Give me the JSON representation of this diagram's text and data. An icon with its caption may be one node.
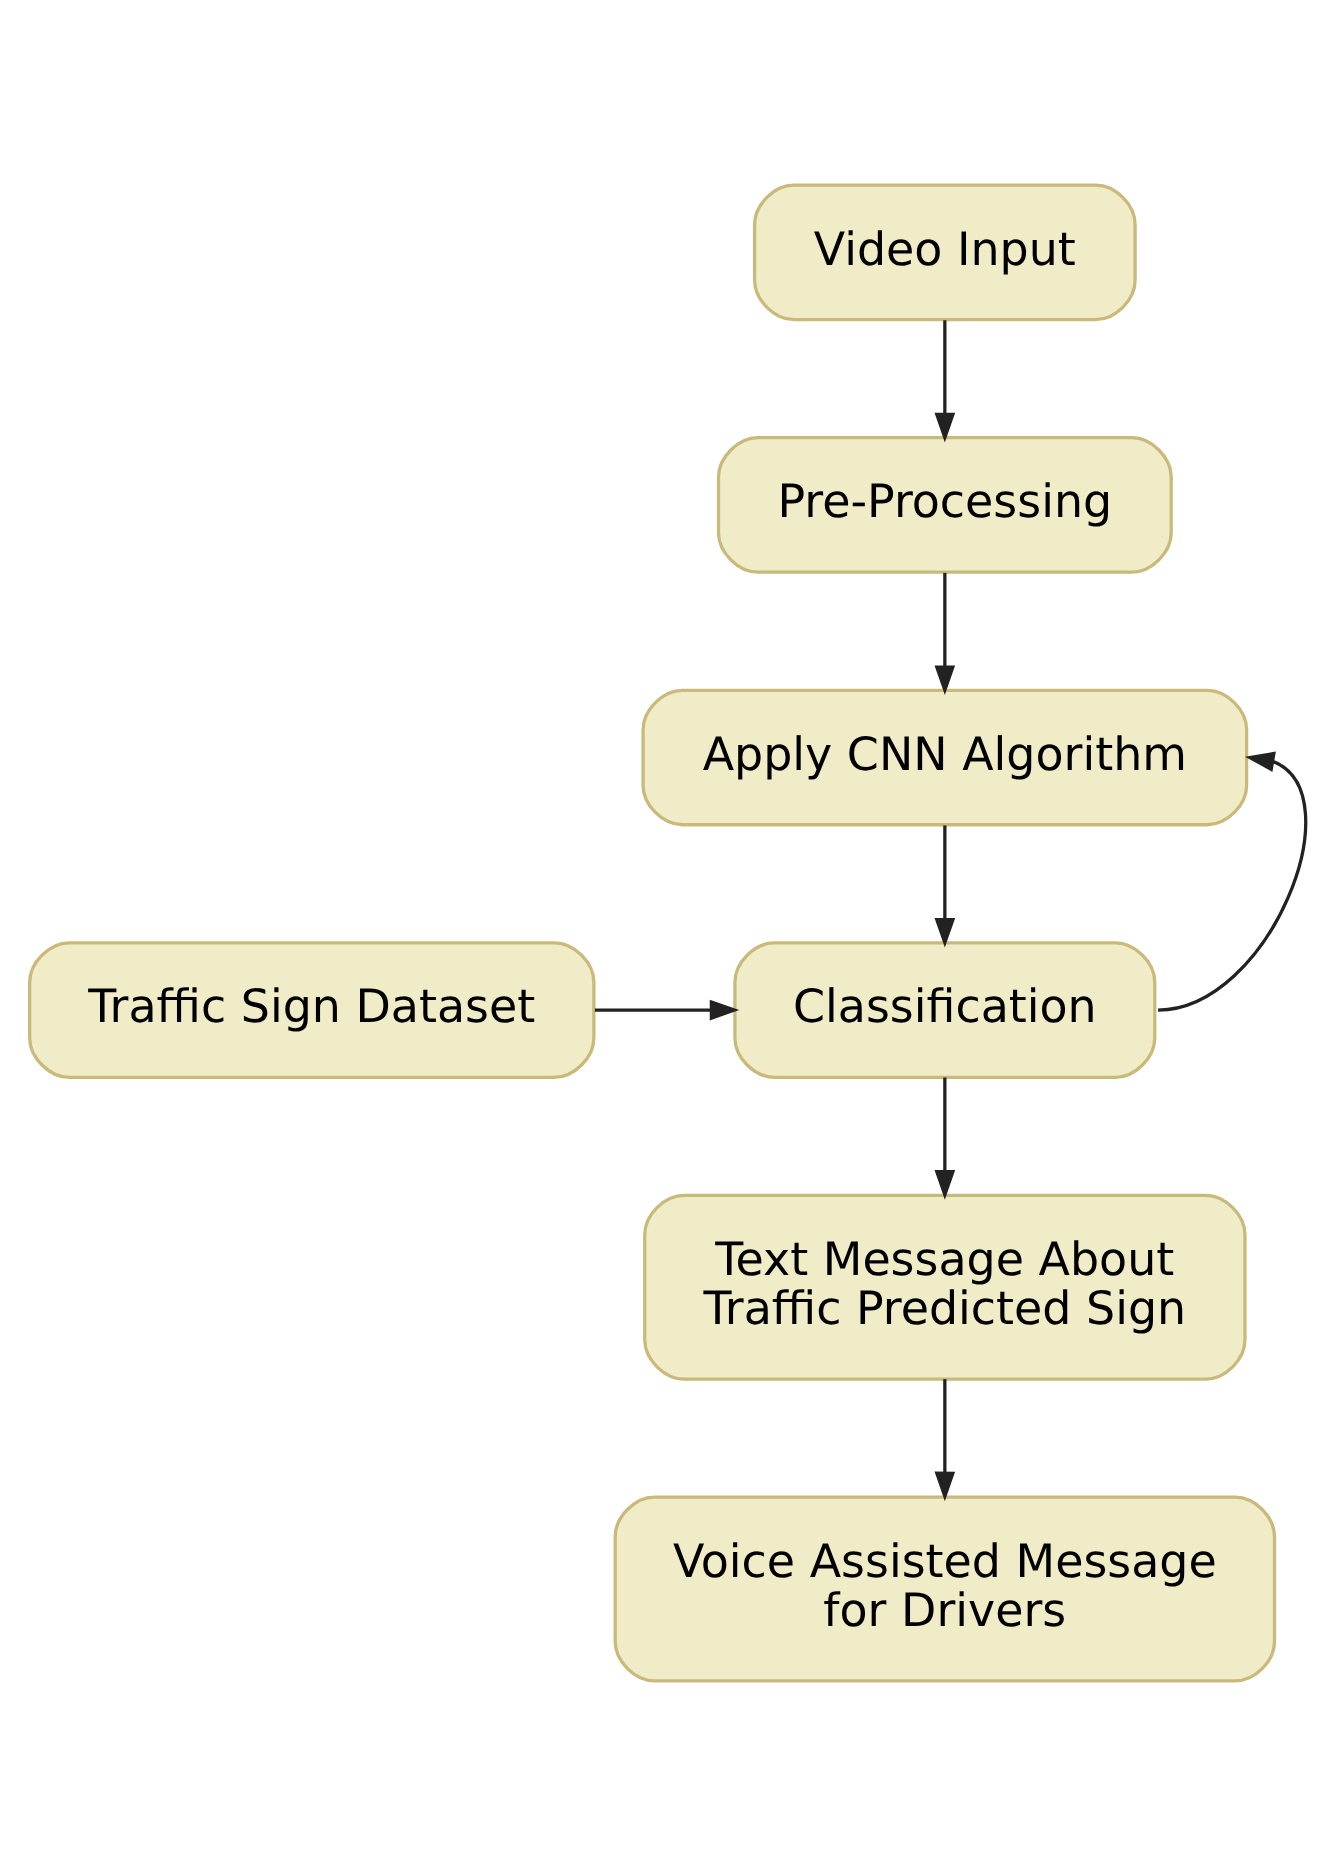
{
  "diagram": {
    "nodes": [
      {
        "text": [
          "Video Input"
        ]
      },
      {
        "text": [
          "Pre-Processing"
        ]
      },
      {
        "text": [
          "Apply CNN Algorithm"
        ]
      },
      {
        "text": [
          "Traffic Sign Dataset"
        ]
      },
      {
        "text": [
          "Classification"
        ]
      },
      {
        "text": [
          "Text Message About Traffic Predicted Sign"
        ]
      },
      {
        "text": [
          "Voice Assisted Message for Drivers"
        ]
      }
    ],
    "edges": [
      {
        "from": 0,
        "to": 1,
        "arrow": "to"
      },
      {
        "from": 1,
        "to": 2,
        "arrow": "to"
      },
      {
        "from": 2,
        "to": 4,
        "arrow": "to"
      },
      {
        "from": 3,
        "to": 4,
        "arrow": "to"
      },
      {
        "from": 4,
        "to": 5,
        "arrow": "to"
      },
      {
        "from": 5,
        "to": 6,
        "arrow": "to"
      },
      {
        "from": 4,
        "to": 2,
        "arrow": "to"
      }
    ]
  }
}
